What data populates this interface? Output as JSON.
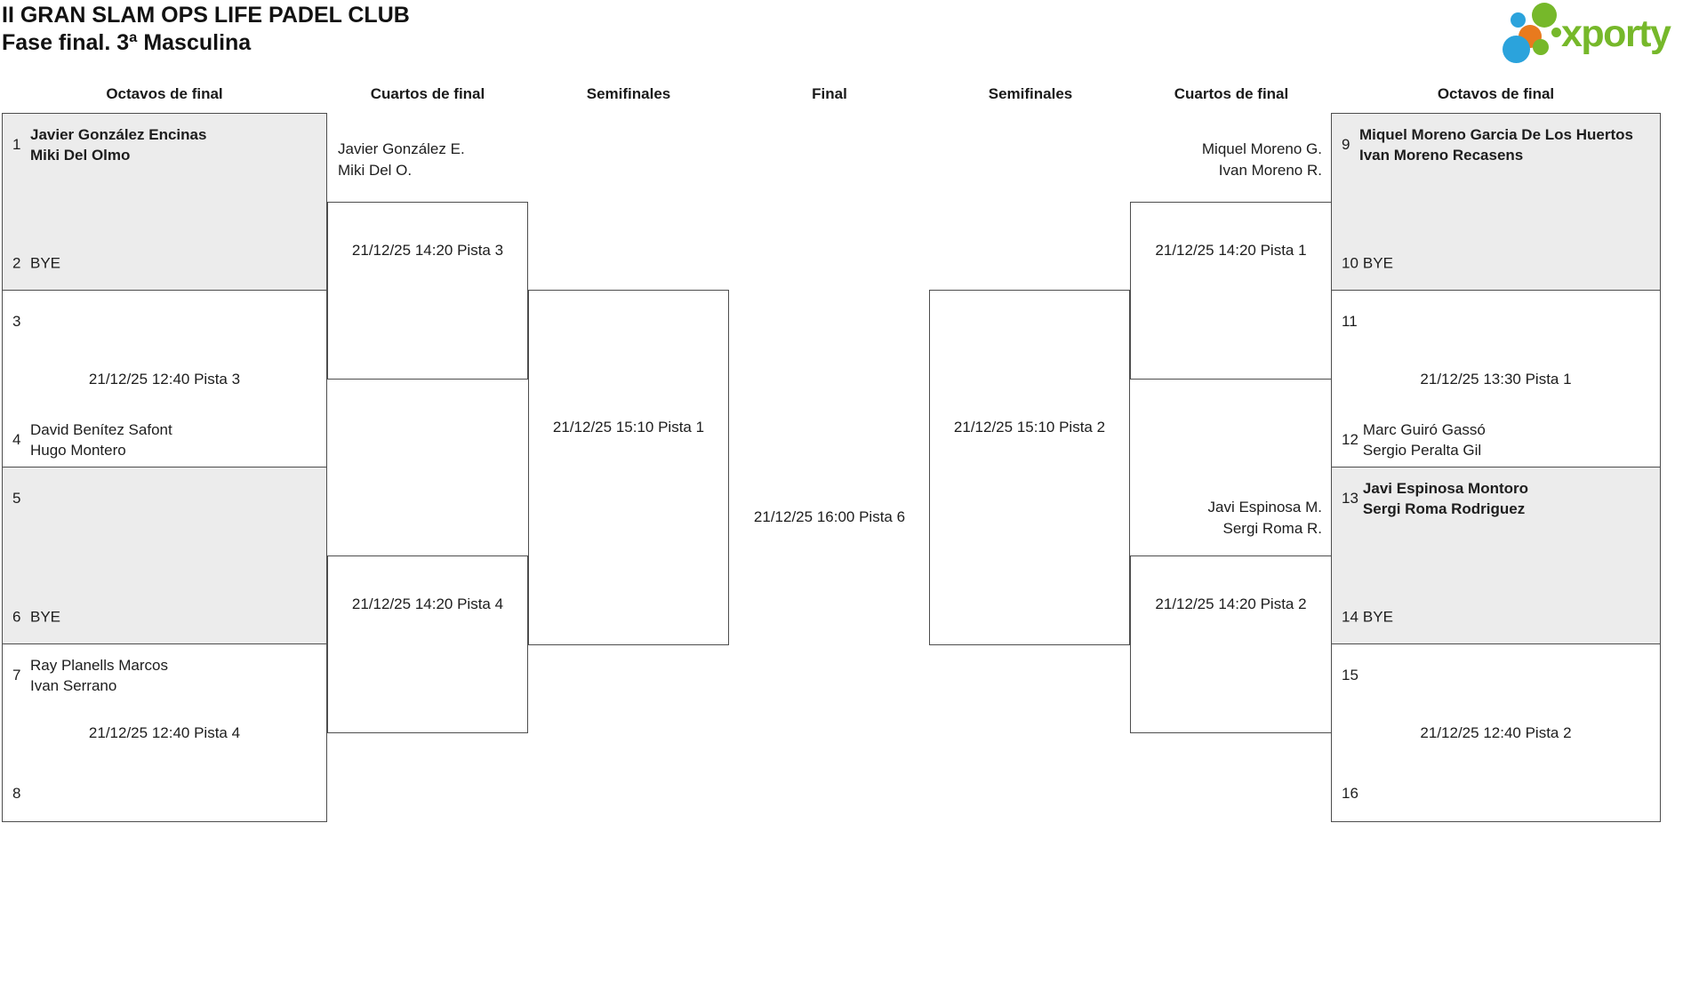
{
  "title": "II GRAN SLAM OPS LIFE PADEL CLUB",
  "subtitle": "Fase final. 3ª Masculina",
  "brand": "xporty",
  "colors": {
    "brand_green": "#76b82a",
    "brand_blue": "#2ba3dc",
    "brand_orange": "#e87a1e",
    "box_border": "#4d4d4d",
    "box_shaded": "#ececec",
    "text": "#1d1d1d"
  },
  "round_headers": [
    "Octavos de final",
    "Cuartos de final",
    "Semifinales",
    "Final",
    "Semifinales",
    "Cuartos de final",
    "Octavos de final"
  ],
  "bracket": {
    "oct_left": [
      {
        "seed_top": "1",
        "team_top": [
          "Javier González Encinas",
          "Miki Del Olmo"
        ],
        "seed_bottom": "2",
        "team_bottom": [
          "BYE"
        ]
      },
      {
        "seed_top": "3",
        "team_top": [],
        "time": "21/12/25 12:40 Pista 3",
        "seed_bottom": "4",
        "team_bottom": [
          "David Benítez Safont",
          "Hugo Montero"
        ]
      },
      {
        "seed_top": "5",
        "team_top": [],
        "seed_bottom": "6",
        "team_bottom": [
          "BYE"
        ]
      },
      {
        "seed_top": "7",
        "team_top": [
          "Ray Planells Marcos",
          "Ivan Serrano"
        ],
        "time": "21/12/25 12:40 Pista 4",
        "seed_bottom": "8",
        "team_bottom": []
      }
    ],
    "oct_right": [
      {
        "seed_top": "9",
        "team_top": [
          "Miquel Moreno Garcia De Los Huertos",
          "Ivan Moreno Recasens"
        ],
        "seed_bottom": "10",
        "team_bottom": [
          "BYE"
        ]
      },
      {
        "seed_top": "11",
        "team_top": [],
        "time": "21/12/25 13:30 Pista 1",
        "seed_bottom": "12",
        "team_bottom": [
          "Marc Guiró Gassó",
          "Sergio Peralta Gil"
        ]
      },
      {
        "seed_top": "13",
        "team_top": [
          "Javi Espinosa Montoro",
          "Sergi Roma Rodriguez"
        ],
        "seed_bottom": "14",
        "team_bottom": [
          "BYE"
        ]
      },
      {
        "seed_top": "15",
        "team_top": [],
        "time": "21/12/25 12:40 Pista 2",
        "seed_bottom": "16",
        "team_bottom": []
      }
    ],
    "qf_left": [
      {
        "time": "21/12/25 14:20 Pista 3",
        "winner": [
          "Javier González E.",
          "Miki Del O."
        ]
      },
      {
        "time": "21/12/25 14:20 Pista 4",
        "winner": []
      }
    ],
    "qf_right": [
      {
        "time": "21/12/25 14:20 Pista 1",
        "winner": [
          "Miquel Moreno G.",
          "Ivan Moreno R."
        ]
      },
      {
        "time": "21/12/25 14:20 Pista 2",
        "winner": [
          "Javi Espinosa M.",
          "Sergi Roma R."
        ]
      }
    ],
    "sf_left": {
      "time": "21/12/25 15:10 Pista 1"
    },
    "sf_right": {
      "time": "21/12/25 15:10 Pista 2"
    },
    "final": {
      "time": "21/12/25 16:00 Pista 6"
    }
  }
}
